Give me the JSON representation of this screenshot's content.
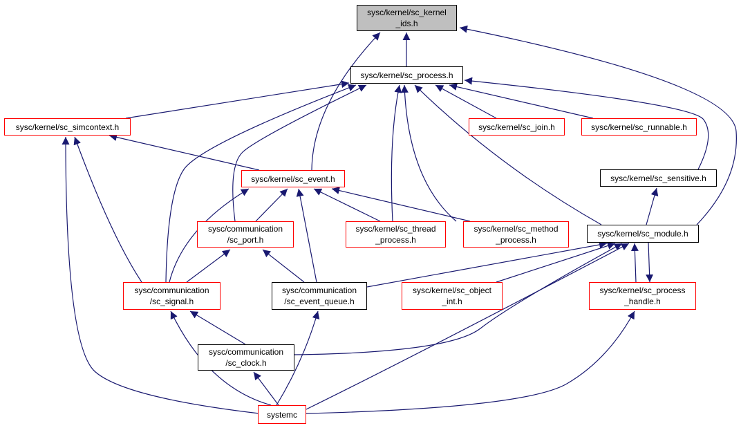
{
  "diagram": {
    "colors": {
      "edge": "#191970",
      "black_border": "#000000",
      "red_border": "#ff0000",
      "root_fill": "#bfbfbf"
    },
    "nodes": [
      {
        "id": "ids",
        "label": "sysc/kernel/sc_kernel\n_ids.h",
        "border": "black",
        "root": true
      },
      {
        "id": "process",
        "label": "sysc/kernel/sc_process.h",
        "border": "black"
      },
      {
        "id": "simcontext",
        "label": "sysc/kernel/sc_simcontext.h",
        "border": "red"
      },
      {
        "id": "join",
        "label": "sysc/kernel/sc_join.h",
        "border": "red"
      },
      {
        "id": "runnable",
        "label": "sysc/kernel/sc_runnable.h",
        "border": "red"
      },
      {
        "id": "event",
        "label": "sysc/kernel/sc_event.h",
        "border": "red"
      },
      {
        "id": "sensitive",
        "label": "sysc/kernel/sc_sensitive.h",
        "border": "black"
      },
      {
        "id": "port",
        "label": "sysc/communication\n/sc_port.h",
        "border": "red"
      },
      {
        "id": "thread",
        "label": "sysc/kernel/sc_thread\n_process.h",
        "border": "red"
      },
      {
        "id": "method",
        "label": "sysc/kernel/sc_method\n_process.h",
        "border": "red"
      },
      {
        "id": "module",
        "label": "sysc/kernel/sc_module.h",
        "border": "black"
      },
      {
        "id": "signal",
        "label": "sysc/communication\n/sc_signal.h",
        "border": "red"
      },
      {
        "id": "eventqueue",
        "label": "sysc/communication\n/sc_event_queue.h",
        "border": "black"
      },
      {
        "id": "objectint",
        "label": "sysc/kernel/sc_object\n_int.h",
        "border": "red"
      },
      {
        "id": "processhandle",
        "label": "sysc/kernel/sc_process\n_handle.h",
        "border": "red"
      },
      {
        "id": "clock",
        "label": "sysc/communication\n/sc_clock.h",
        "border": "black"
      },
      {
        "id": "systemc",
        "label": "systemc",
        "border": "red"
      }
    ],
    "edges": [
      [
        "process",
        "ids"
      ],
      [
        "event",
        "ids"
      ],
      [
        "module",
        "ids"
      ],
      [
        "simcontext",
        "process"
      ],
      [
        "join",
        "process"
      ],
      [
        "runnable",
        "process"
      ],
      [
        "sensitive",
        "process"
      ],
      [
        "port",
        "process"
      ],
      [
        "thread",
        "process"
      ],
      [
        "method",
        "process"
      ],
      [
        "module",
        "process"
      ],
      [
        "signal",
        "process"
      ],
      [
        "event",
        "simcontext"
      ],
      [
        "signal",
        "simcontext"
      ],
      [
        "systemc",
        "simcontext"
      ],
      [
        "port",
        "event"
      ],
      [
        "thread",
        "event"
      ],
      [
        "method",
        "event"
      ],
      [
        "signal",
        "event"
      ],
      [
        "eventqueue",
        "event"
      ],
      [
        "module",
        "sensitive"
      ],
      [
        "signal",
        "port"
      ],
      [
        "eventqueue",
        "port"
      ],
      [
        "eventqueue",
        "module"
      ],
      [
        "objectint",
        "module"
      ],
      [
        "processhandle",
        "module"
      ],
      [
        "clock",
        "module"
      ],
      [
        "systemc",
        "module"
      ],
      [
        "module",
        "processhandle"
      ],
      [
        "clock",
        "signal"
      ],
      [
        "systemc",
        "signal"
      ],
      [
        "systemc",
        "eventqueue"
      ],
      [
        "systemc",
        "processhandle"
      ],
      [
        "systemc",
        "clock"
      ]
    ]
  }
}
